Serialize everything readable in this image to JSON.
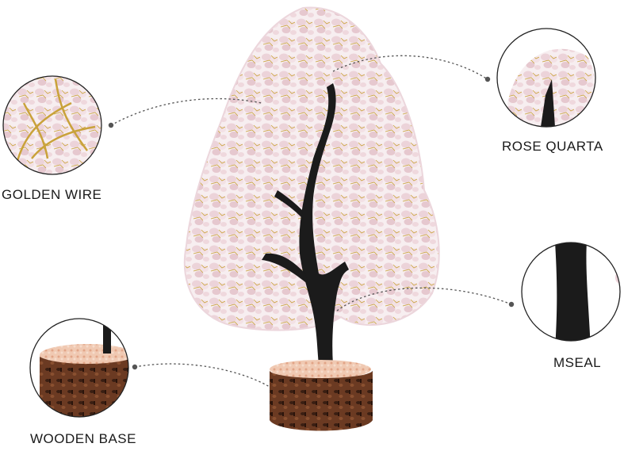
{
  "labels": {
    "golden_wire": "GOLDEN WIRE",
    "rose_quartz": "ROSE QUARTA",
    "mseal": "MSEAL",
    "wooden_base": "WOODEN BASE"
  },
  "colors": {
    "background": "#ffffff",
    "quartz": "#f1dbe0",
    "wire": "#c9a23a",
    "trunk": "#1b1b1b",
    "wood": "#6b3a22",
    "chips": "#e8b79d",
    "dotted_line": "#555555"
  }
}
